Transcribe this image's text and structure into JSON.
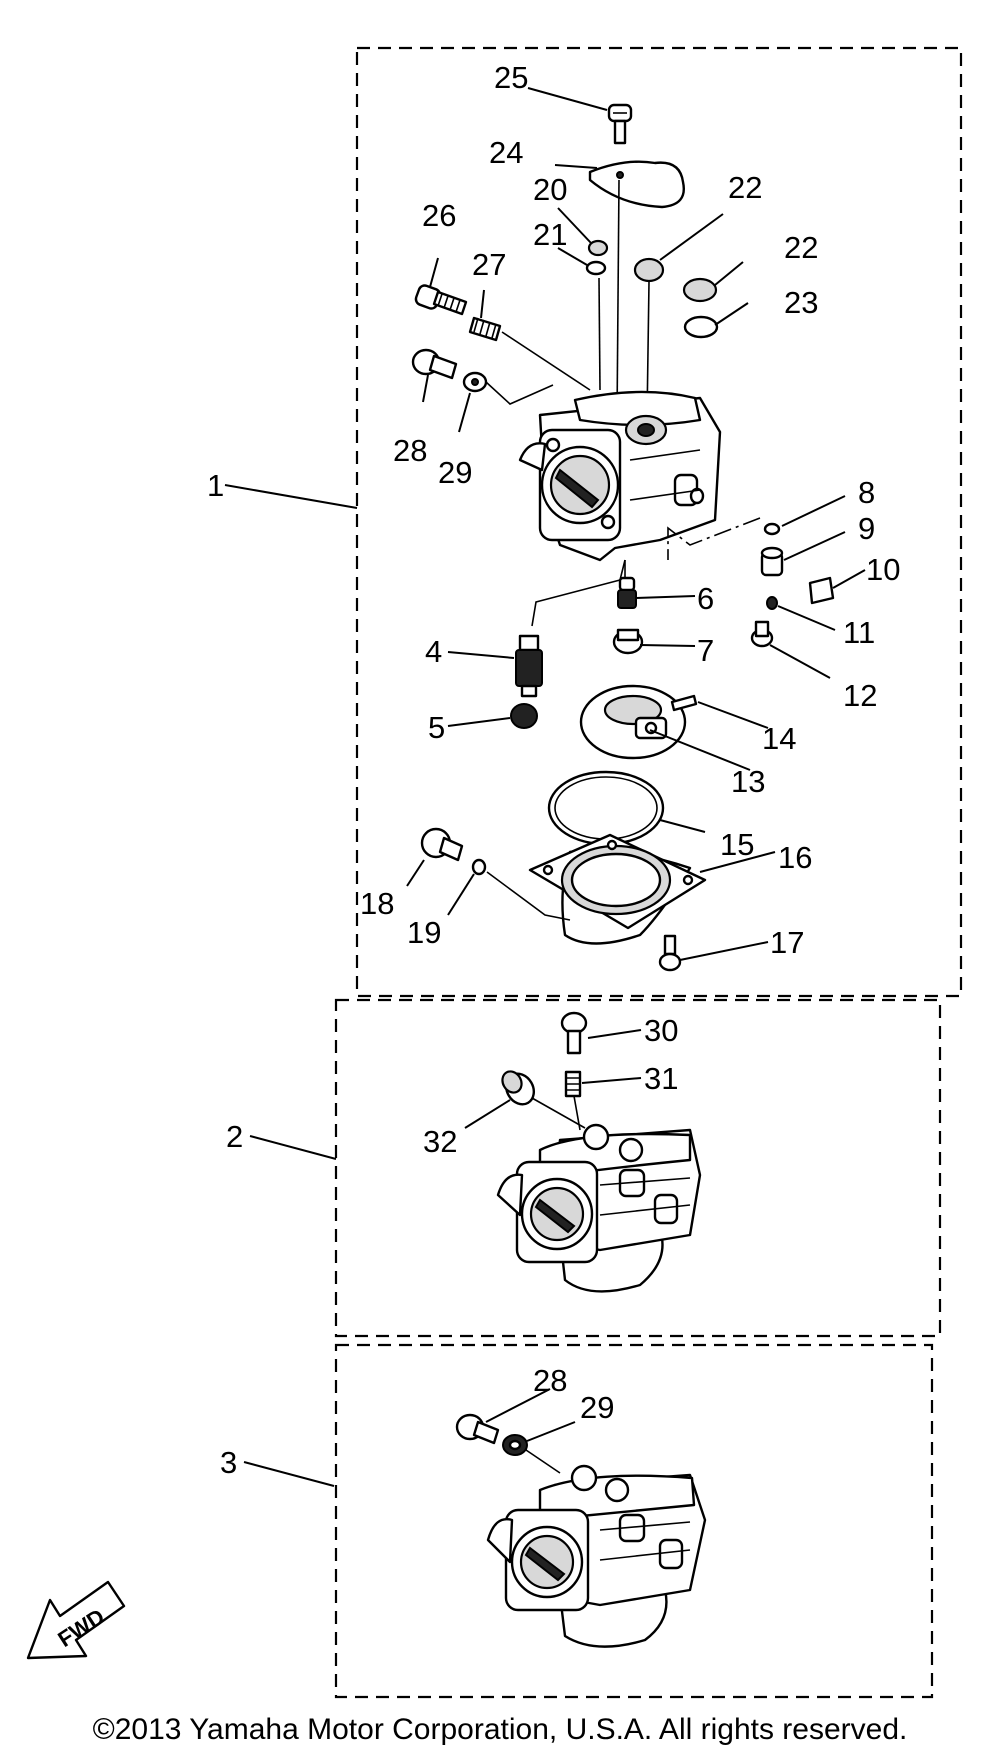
{
  "diagram": {
    "assemblies": [
      {
        "ref": "1"
      },
      {
        "ref": "2"
      },
      {
        "ref": "3"
      }
    ],
    "callouts": [
      "1",
      "2",
      "3",
      "4",
      "5",
      "6",
      "7",
      "8",
      "9",
      "10",
      "11",
      "12",
      "13",
      "14",
      "15",
      "16",
      "17",
      "18",
      "19",
      "20",
      "21",
      "22",
      "22",
      "23",
      "24",
      "25",
      "26",
      "27",
      "28",
      "29",
      "28",
      "29",
      "30",
      "31",
      "32"
    ],
    "direction_arrow": "FWD",
    "copyright": "©2013 Yamaha Motor Corporation, U.S.A. All rights reserved."
  }
}
